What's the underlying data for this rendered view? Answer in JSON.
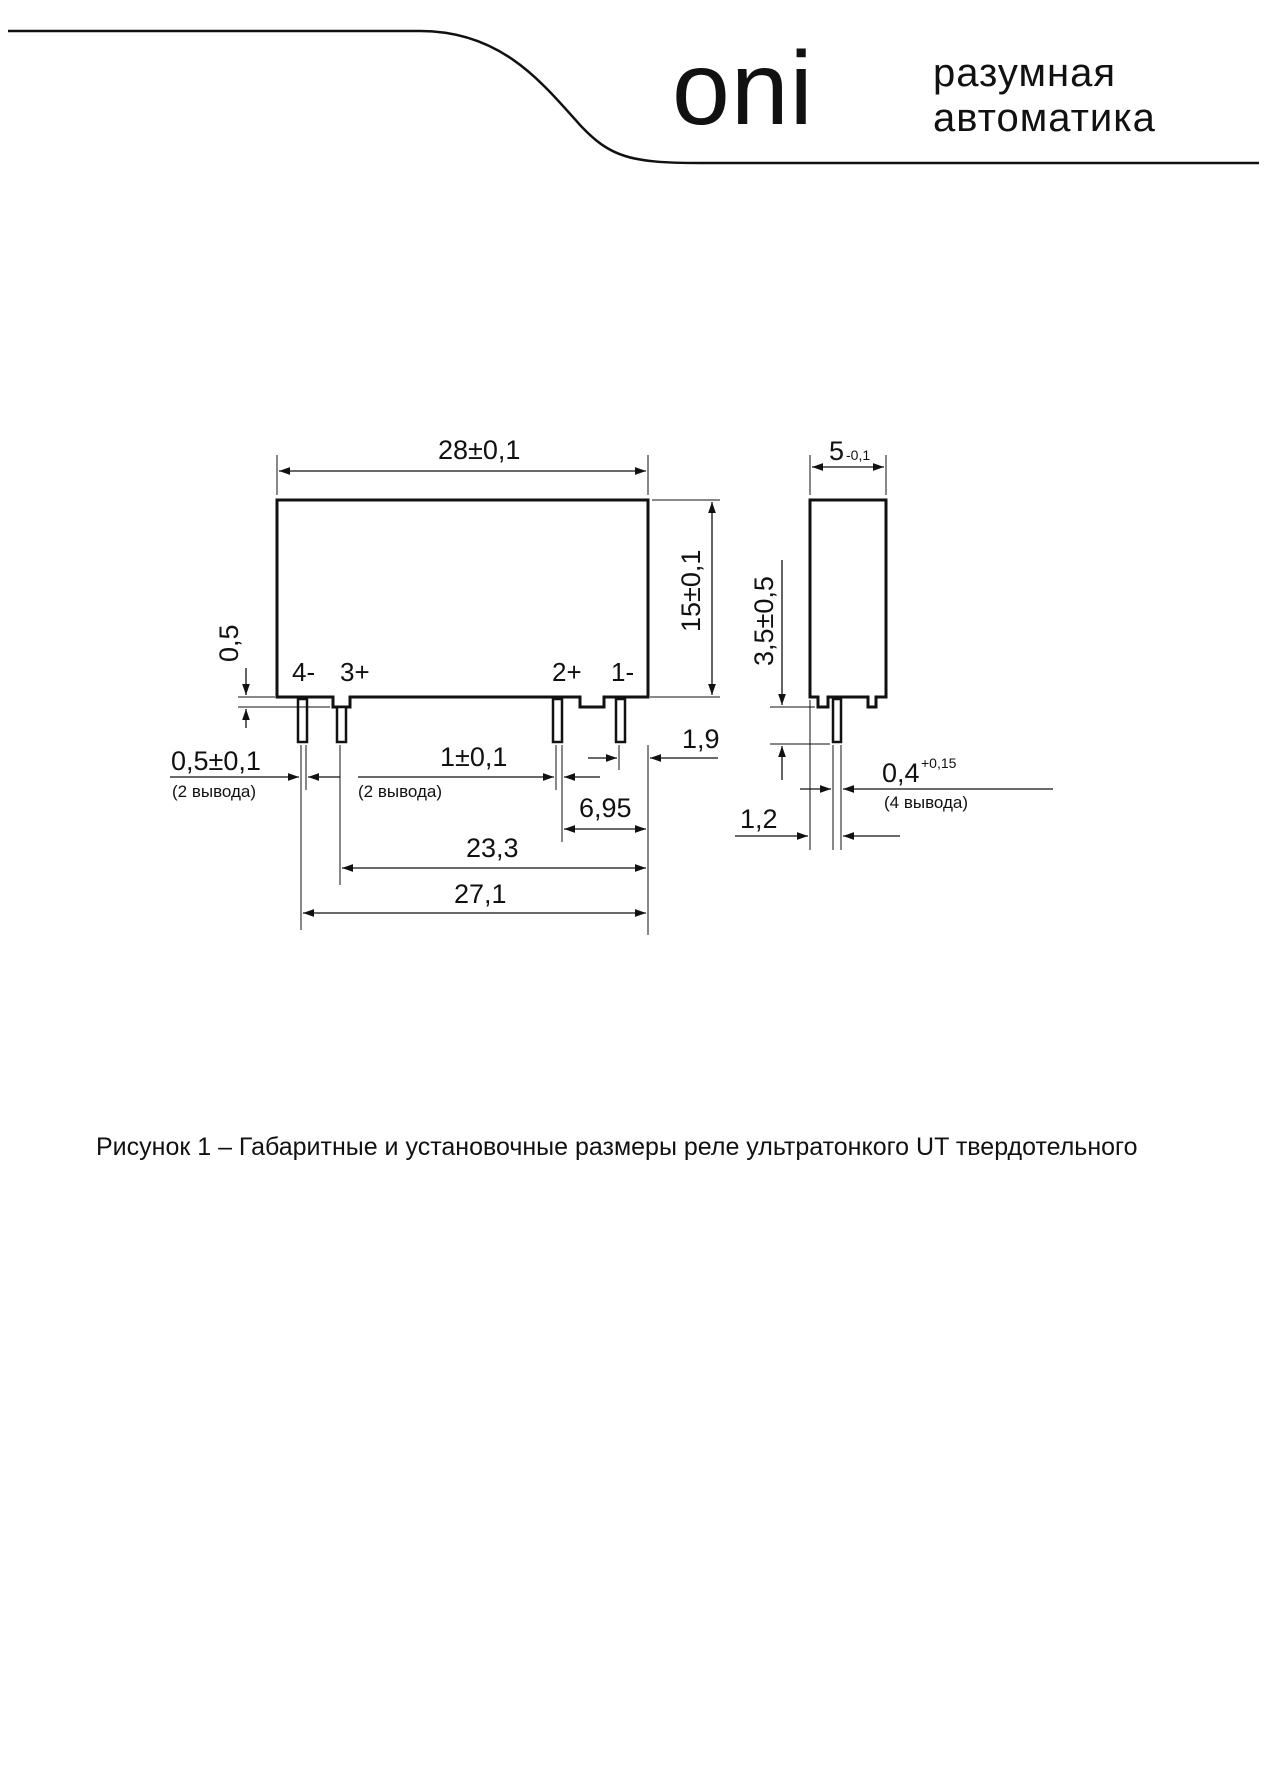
{
  "header": {
    "logo": "oni",
    "tagline_line1": "разумная",
    "tagline_line2": "автоматика"
  },
  "drawing": {
    "front_view": {
      "width_overall": "28±0,1",
      "height": "15±0,1",
      "gap": "0,5",
      "pin_labels": [
        "4-",
        "3+",
        "2+",
        "1-"
      ],
      "pin_width_a": "0,5±0,1",
      "pin_width_a_note": "(2 вывода)",
      "pin_width_b": "1±0,1",
      "pin_width_b_note": "(2 вывода)",
      "edge_to_pin1": "1,9",
      "pin2_to_edge": "6,95",
      "pin3_to_edge": "23,3",
      "pin4_to_edge": "27,1"
    },
    "side_view": {
      "thickness": "5",
      "thickness_tol": "-0,1",
      "pin_length": "3,5±0,5",
      "pin_width": "0,4",
      "pin_width_tol": "+0,15",
      "pin_width_note": "(4 вывода)",
      "pin_offset": "1,2"
    }
  },
  "caption": "Рисунок 1 – Габаритные и установочные размеры реле ультратонкого UT твердотельного"
}
